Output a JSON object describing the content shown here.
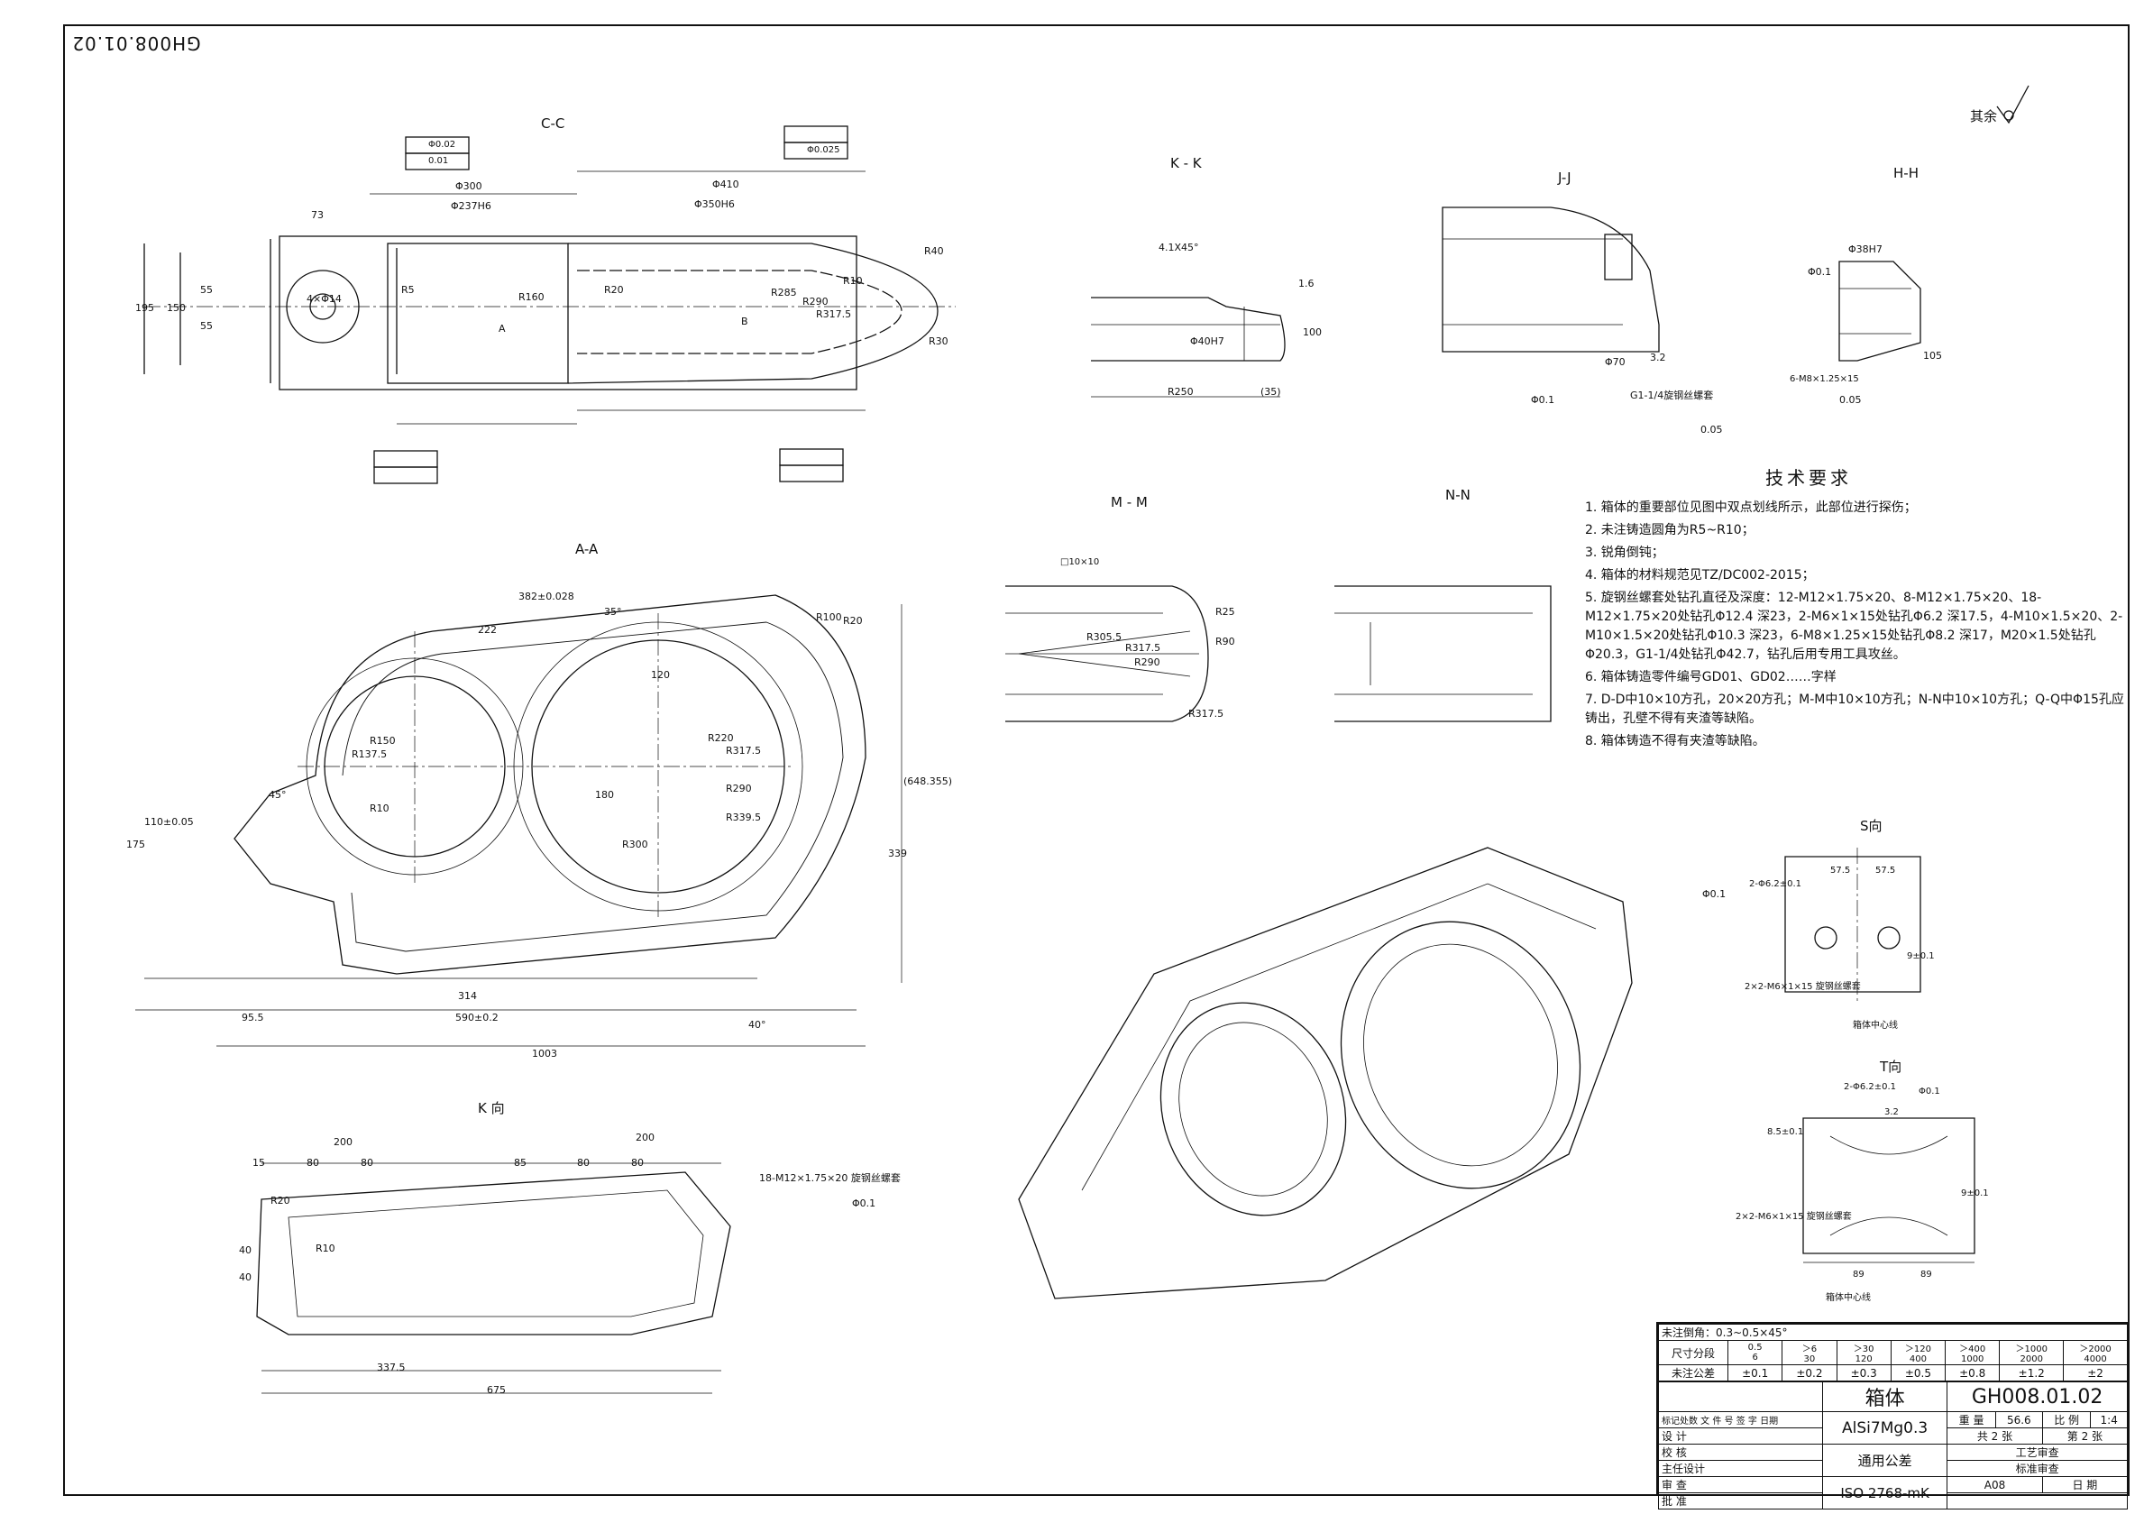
{
  "drawing_no_rotated": "GH008.01.02",
  "roughness_note": "其余",
  "views": {
    "cc": "C-C",
    "kk": "K - K",
    "jj": "J-J",
    "hh": "H-H",
    "aa": "A-A",
    "mm": "M - M",
    "nn": "N-N",
    "kview": "K 向",
    "sview": "S向",
    "tview": "T向"
  },
  "dims_cc": [
    "Φ300",
    "Φ237H6",
    "Φ410",
    "Φ350H6",
    "73",
    "195",
    "150",
    "55",
    "55",
    "R160",
    "R20",
    "R285",
    "R290",
    "R317.5",
    "R30",
    "R40",
    "R10",
    "4×Φ14",
    "R5",
    "Φ0.02",
    "0.01",
    "Φ0.025",
    "A",
    "B"
  ],
  "dims_aa": [
    "382±0.028",
    "222",
    "35°",
    "R100",
    "R20",
    "R150",
    "R137.5",
    "R220",
    "R317.5",
    "R290",
    "R339.5",
    "R300",
    "R10",
    "120",
    "180",
    "95.5",
    "314",
    "590±0.2",
    "1003",
    "45°",
    "40°",
    "(648.355)",
    "339",
    "175",
    "110±0.05"
  ],
  "dims_kview": [
    "200",
    "80",
    "80",
    "85",
    "80",
    "80",
    "200",
    "15",
    "R20",
    "R10",
    "40",
    "40",
    "337.5",
    "675",
    "Φ0.1",
    "18-M12×1.75×20 旋钢丝螺套"
  ],
  "dims_kk": [
    "4.1X45°",
    "R250",
    "(35)",
    "Φ40H7",
    "100",
    "1.6"
  ],
  "dims_jj": [
    "Φ70",
    "3.2",
    "Φ0.1",
    "G1-1/4旋钢丝螺套",
    "0.05"
  ],
  "dims_hh": [
    "Φ0.1",
    "Φ38H7",
    "6-M8×1.25×15",
    "0.05",
    "105"
  ],
  "dims_mm": [
    "R305.5",
    "R317.5",
    "R290",
    "R25",
    "R90",
    "R317.5",
    "□10×10"
  ],
  "dims_sview": [
    "Φ0.1",
    "2-Φ6.2±0.1",
    "57.5",
    "57.5",
    "9±0.1",
    "2×2-M6×1×15 旋钢丝螺套",
    "箱体中心线"
  ],
  "dims_tview": [
    "2-Φ6.2±0.1",
    "Φ0.1",
    "3.2",
    "8.5±0.1",
    "9±0.1",
    "2×2-M6×1×15 旋钢丝螺套",
    "89",
    "89",
    "箱体中心线"
  ],
  "notes": {
    "title": "技术要求",
    "items": [
      "1. 箱体的重要部位见图中双点划线所示，此部位进行探伤；",
      "2. 未注铸造圆角为R5~R10；",
      "3. 锐角倒钝；",
      "4. 箱体的材料规范见TZ/DC002-2015；",
      "5. 旋钢丝螺套处钻孔直径及深度：12-M12×1.75×20、8-M12×1.75×20、18-M12×1.75×20处钻孔Φ12.4 深23，2-M6×1×15处钻孔Φ6.2 深17.5，4-M10×1.5×20、2-M10×1.5×20处钻孔Φ10.3 深23，6-M8×1.25×15处钻孔Φ8.2 深17，M20×1.5处钻孔Φ20.3，G1-1/4处钻孔Φ42.7，钻孔后用专用工具攻丝。",
      "6. 箱体铸造零件编号GD01、GD02……字样",
      "7. D-D中10×10方孔，20×20方孔；M-M中10×10方孔；N-N中10×10方孔；Q-Q中Φ15孔应铸出，孔壁不得有夹渣等缺陷。",
      "8. 箱体铸造不得有夹渣等缺陷。"
    ]
  },
  "tolerance_table": {
    "row_a_label": "未注倒角：0.3~0.5×45°",
    "row_b_label": "尺寸分段",
    "row_c_label": "未注公差",
    "ranges": [
      "0.5\n6",
      "＞6\n30",
      "＞30\n120",
      "＞120\n400",
      "＞400\n1000",
      "＞1000\n2000",
      "＞2000\n4000"
    ],
    "tols": [
      "±0.1",
      "±0.2",
      "±0.3",
      "±0.5",
      "±0.8",
      "±1.2",
      "±2"
    ]
  },
  "title_block": {
    "name": "箱体",
    "number": "GH008.01.02",
    "material": "AlSi7Mg0.3",
    "general_tol": "通用公差",
    "standard": "ISO 2768-mK",
    "weight_label": "重 量",
    "weight": "56.6",
    "scale_label": "比 例",
    "scale": "1:4",
    "sheets_total": "共 2 张",
    "sheet_no": "第 2 张",
    "left_rows": [
      "标记处数 文 件 号 签 字 日期",
      "设 计",
      "校 核",
      "主任设计",
      "审 查",
      "批 准"
    ],
    "craft": "工艺审查",
    "std_check": "标准审查",
    "date": "日 期",
    "version": "A08"
  }
}
